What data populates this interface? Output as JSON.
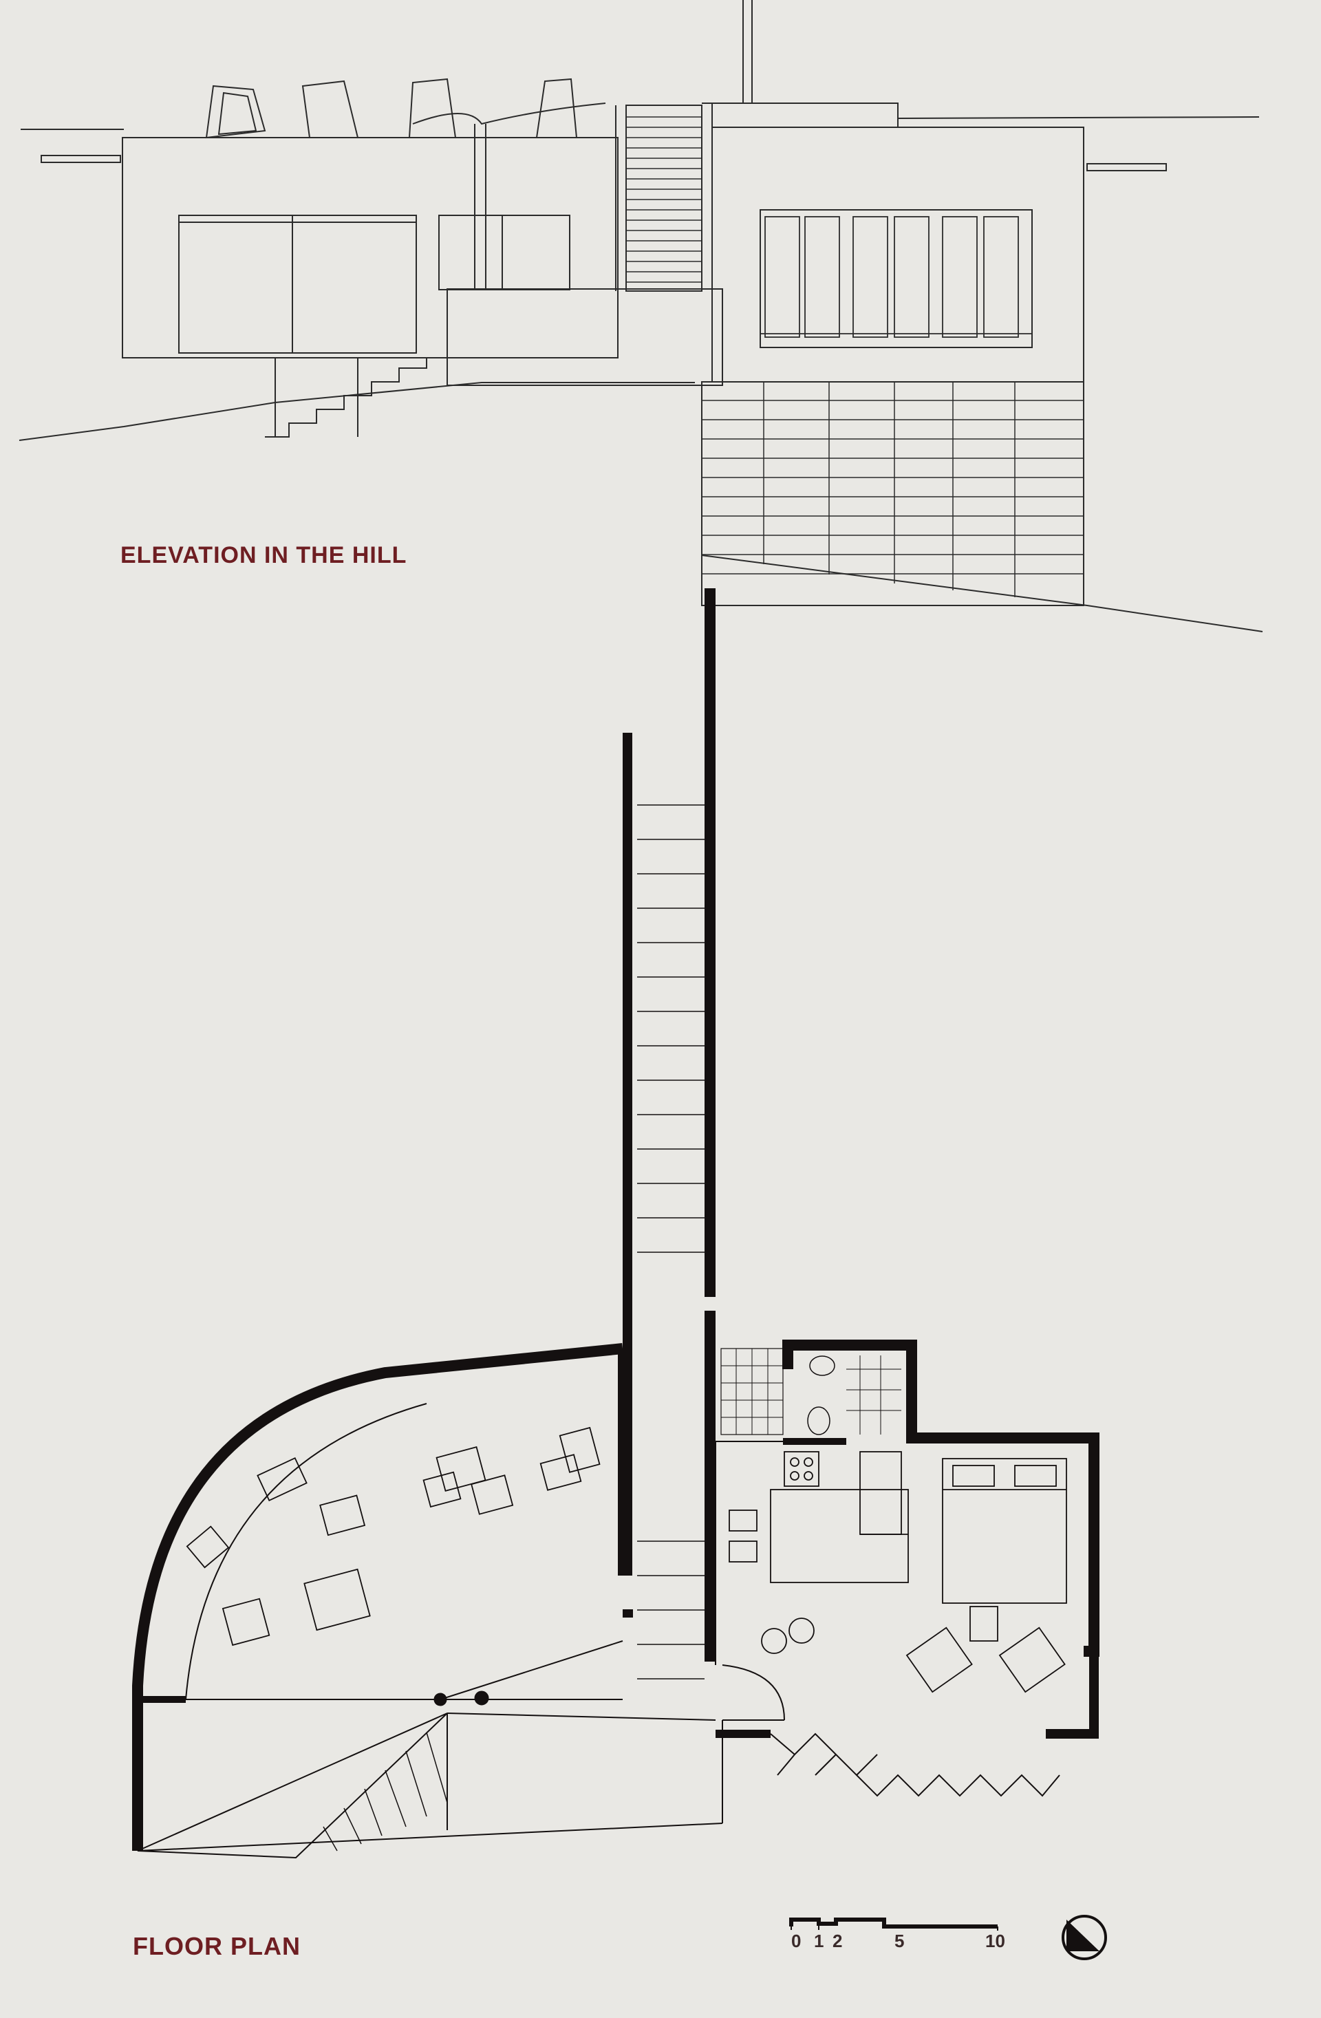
{
  "elevation": {
    "title": "ELEVATION IN THE HILL"
  },
  "plan": {
    "title": "FLOOR PLAN"
  },
  "scale_bar": {
    "ticks": [
      "0",
      "1",
      "2",
      "5",
      "10"
    ]
  },
  "icons": {
    "north_arrow": "north-arrow-icon"
  },
  "colors": {
    "paper": "#e9e8e4",
    "ink": "#1a1414",
    "label": "#6e1e22"
  }
}
